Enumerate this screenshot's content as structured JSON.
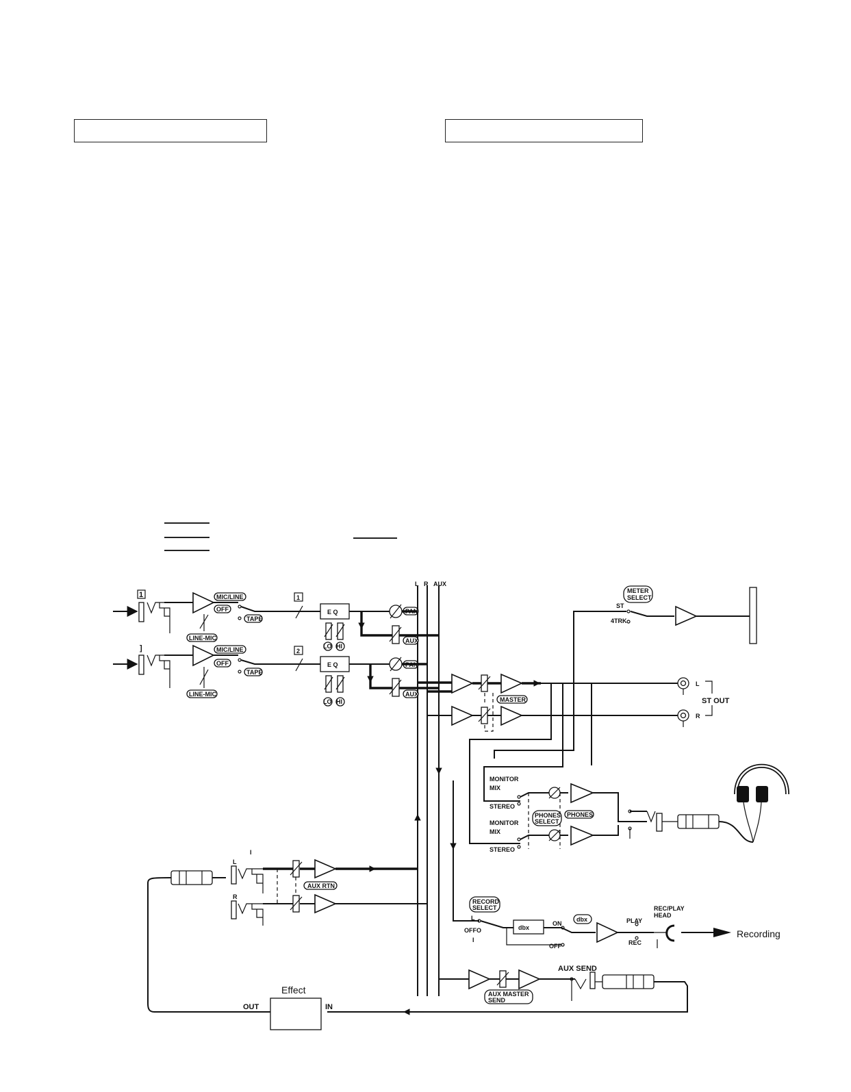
{
  "bus_labels": {
    "l": "L",
    "r": "R",
    "aux": "AUX"
  },
  "channel1": {
    "number": "1",
    "mic_line": "MIC/LINE",
    "off": "OFF",
    "tape": "TAPE",
    "line_mic": "LINE-MIC",
    "eq_number": "1",
    "eq": "E Q",
    "lo": "LO",
    "hi": "HI",
    "pan": "PAN",
    "aux": "AUX"
  },
  "channel2": {
    "number": "]",
    "mic_line": "MIC/LINE",
    "off": "OFF",
    "tape": "TAPE",
    "line_mic": "LINE-MIC",
    "eq_number": "2",
    "eq": "E Q",
    "lo": "LO",
    "hi": "HI",
    "pan": "PAN",
    "aux": "AUX"
  },
  "meter": {
    "select_line1": "METER",
    "select_line2": "SELECT",
    "st": "ST",
    "trk": "4TRK"
  },
  "master": "MASTER",
  "st_out": {
    "label": "ST OUT",
    "l": "L",
    "r": "R"
  },
  "monitor_upper": {
    "monitor": "MONITOR",
    "mix": "MIX",
    "stereo": "STEREO"
  },
  "monitor_lower": {
    "monitor": "MONITOR",
    "mix": "MIX",
    "stereo": "STEREO"
  },
  "phones_select": {
    "line1": "PHONES",
    "line2": "SELECT"
  },
  "phones": "PHONES",
  "aux_return": {
    "top": "I",
    "l": "L",
    "r": "R",
    "aux_rtn": "AUX RTN"
  },
  "record": {
    "select_line1": "RECORD",
    "select_line2": "SELECT",
    "l": "L",
    "off": "OFFO",
    "one": "I",
    "on": "ON",
    "off2": "OFF",
    "dbx": "dbx",
    "play": "PLAY",
    "rec": "REC",
    "head_line1": "REC/PLAY",
    "head_line2": "HEAD",
    "recording": "Recording"
  },
  "aux_send": {
    "label": "AUX SEND",
    "master_line1": "AUX MASTER",
    "master_line2": "SEND"
  },
  "effect": {
    "title": "Effect",
    "out": "OUT",
    "in": "IN"
  }
}
